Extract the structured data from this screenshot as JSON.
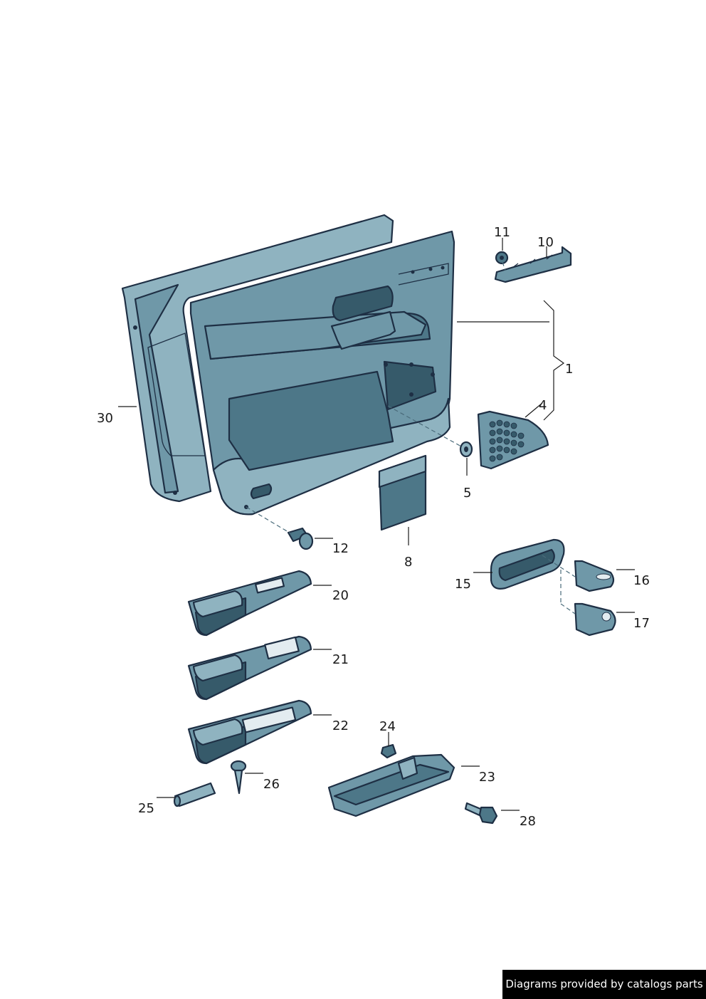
{
  "diagram": {
    "callouts": {
      "c1": "1",
      "c4": "4",
      "c5": "5",
      "c8": "8",
      "c10": "10",
      "c11": "11",
      "c12": "12",
      "c15": "15",
      "c16": "16",
      "c17": "17",
      "c20": "20",
      "c21": "21",
      "c22": "22",
      "c23": "23",
      "c24": "24",
      "c25": "25",
      "c26": "26",
      "c28": "28",
      "c30": "30"
    },
    "colors": {
      "part": "#6f98a8",
      "outline": "#1e2f44",
      "label": "#1a1a1a"
    }
  },
  "footer": {
    "credit": "Diagrams provided by catalogs parts"
  }
}
